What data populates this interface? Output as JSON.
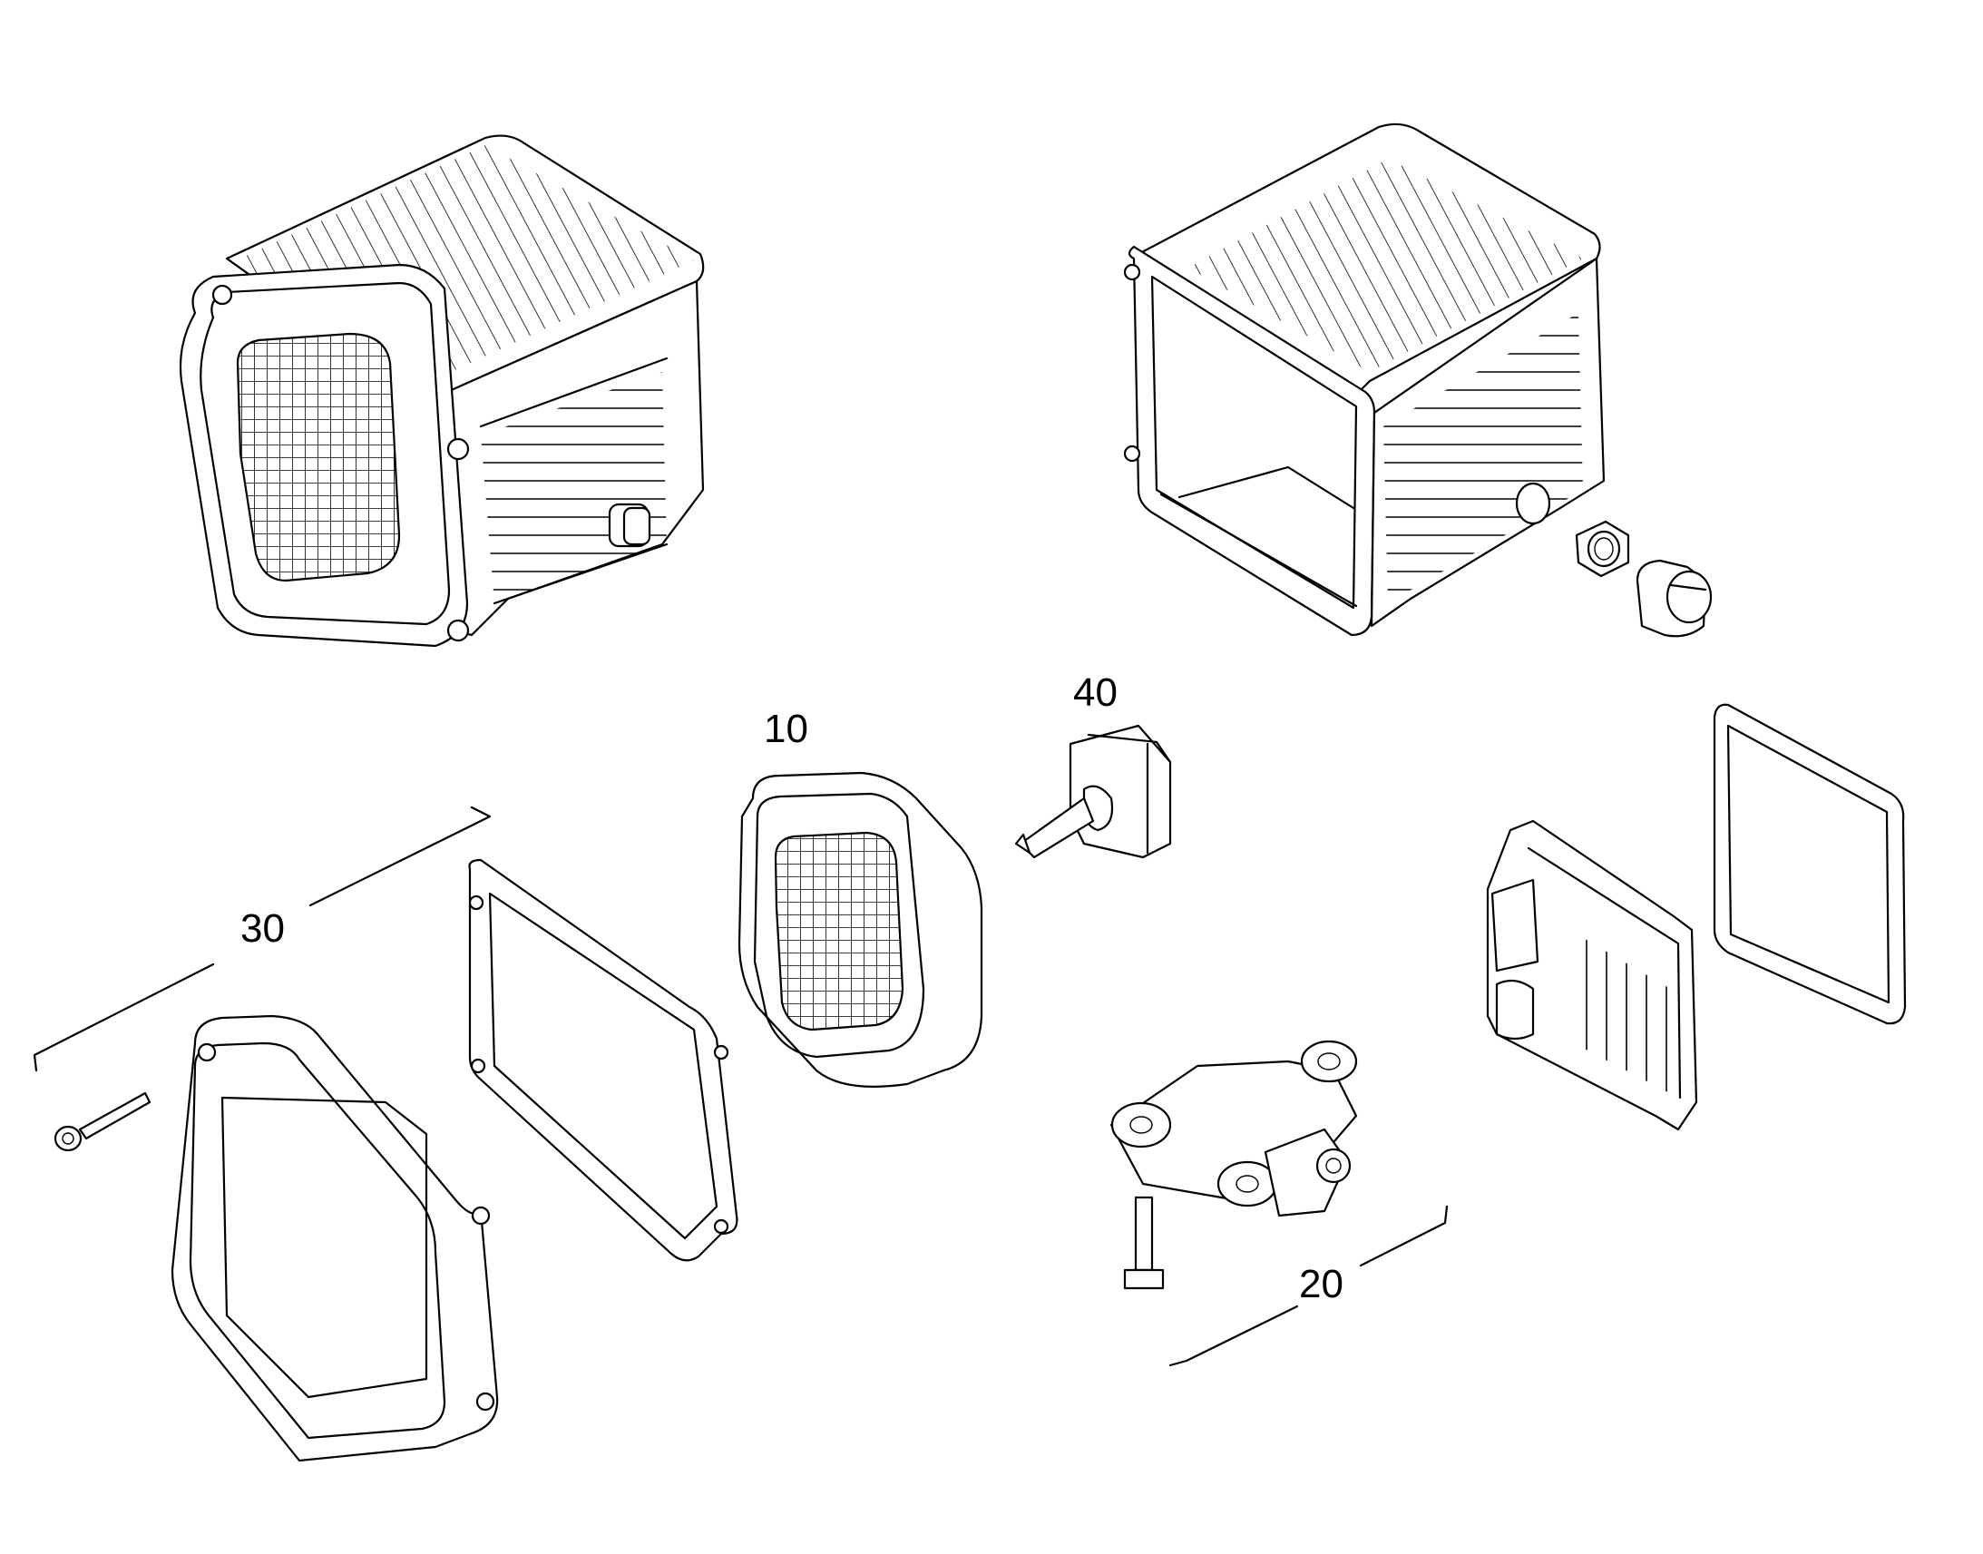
{
  "callouts": {
    "item_10": "10",
    "item_20": "20",
    "item_30": "30",
    "item_40": "40"
  },
  "colors": {
    "line": "#000000",
    "background": "#ffffff"
  },
  "parts": [
    "assembled-work-lamp-icon",
    "lamp-housing-icon",
    "housing-nut-icon",
    "housing-plug-icon",
    "reflector-insert-icon",
    "bulb-icon",
    "front-bezel-icon",
    "lens-gasket-icon",
    "bezel-screw-icon",
    "mounting-bracket-icon",
    "bracket-bolt-icon",
    "ballast-unit-icon",
    "rear-gasket-icon"
  ]
}
